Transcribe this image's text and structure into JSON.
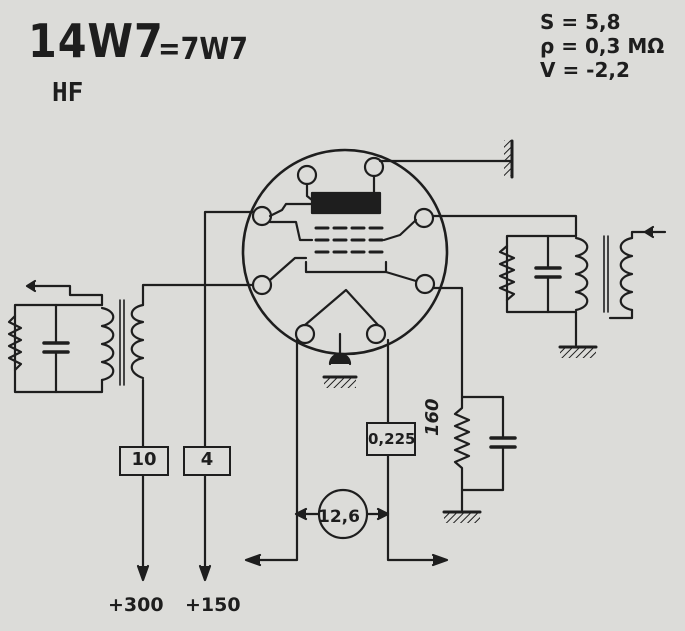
{
  "title": {
    "tube": "14W7",
    "equivalent": "=7W7",
    "type": "HF"
  },
  "params": {
    "s": {
      "label": "S",
      "value": "5,8"
    },
    "rho": {
      "label": "ρ",
      "value": "0,3 MΩ"
    },
    "v": {
      "label": "V",
      "value": "-2,2"
    }
  },
  "components": {
    "resistor_10": "10",
    "resistor_4": "4",
    "resistor_0225": "0,225",
    "resistor_160": "160",
    "heater_voltage": "12,6"
  },
  "supplies": {
    "plus_300": "+300",
    "plus_150": "+150"
  },
  "colors": {
    "background": "#dcdcd9",
    "ink": "#1e1e1e"
  }
}
